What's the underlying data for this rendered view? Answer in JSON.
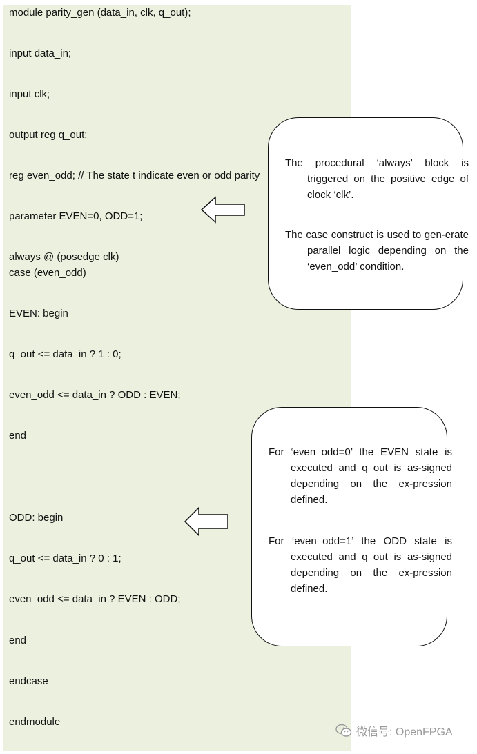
{
  "code_lines": [
    "module parity_gen (data_in, clk, q_out);",
    "input data_in;",
    "input clk;",
    "output reg q_out;",
    "reg even_odd; // The state t indicate even or odd parity",
    "parameter EVEN=0, ODD=1;",
    "always @ (posedge clk)",
    "case (even_odd)",
    "EVEN: begin",
    "q_out <= data_in ? 1 : 0;",
    "even_odd <= data_in ? ODD : EVEN;",
    "end",
    "ODD: begin",
    "q_out <= data_in ? 0 : 1;",
    "even_odd <= data_in ? EVEN : ODD;",
    "end",
    "endcase",
    "endmodule"
  ],
  "callout_1": {
    "para_1": "The procedural ‘always’ block is triggered on the positive edge of clock ‘clk’.",
    "para_2": "The case construct is used to gen-erate parallel logic depending on the ‘even_odd’ condition."
  },
  "callout_2": {
    "para_1": "For ‘even_odd=0’ the EVEN state is executed and q_out is as-signed depending on the ex-pression defined.",
    "para_2": "For ‘even_odd=1’ the ODD state is executed and q_out is as-signed depending on the ex-pression defined."
  },
  "watermark": {
    "text": "微信号: OpenFPGA",
    "icon": "wechat-icon"
  },
  "colors": {
    "code_background": "#ebf1de",
    "callout_border": "#111111",
    "watermark": "#9a9a9a"
  }
}
